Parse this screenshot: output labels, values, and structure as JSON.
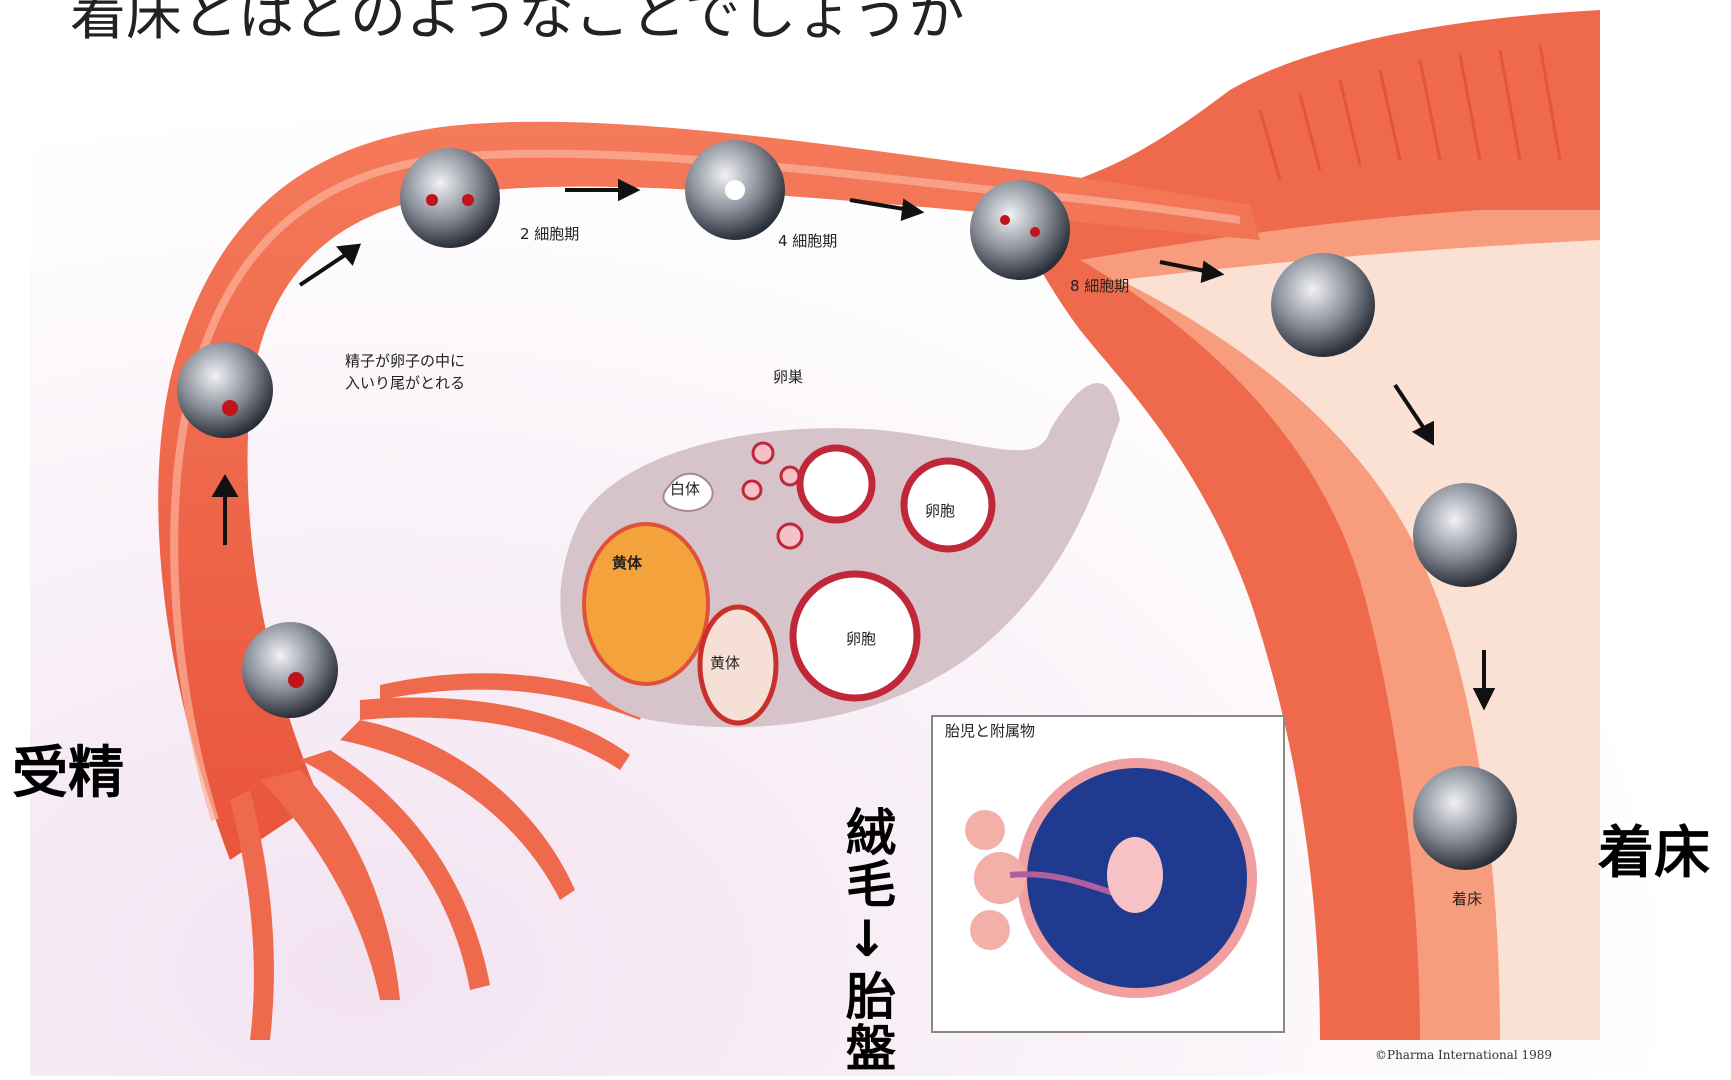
{
  "title": "着床とはどのようなことでしょうか",
  "labels": {
    "fertilization": "受精",
    "implantation": "着床",
    "villi_to_placenta": "絨毛↓胎盤",
    "two_cell": "2 細胞期",
    "four_cell": "4 細胞期",
    "eight_cell": "8 細胞期",
    "sperm_enters": "精子が卵子の中に",
    "tail_detaches": "入いり尾がとれる",
    "ovum": "卵巣",
    "white_body": "白体",
    "corpus_luteum": "黄体",
    "follicle": "卵胞",
    "yellow_body_small": "黄体",
    "follicle_small": "卵胞",
    "inset_title": "胎児と附属物",
    "implantation_small": "着床",
    "credit": "©Pharma International 1989"
  },
  "colors": {
    "tube_fill": "#f06a4a",
    "tube_light": "#f9a48a",
    "tissue": "#e8503a",
    "ovary": "#d8c6cc",
    "blue": "#1f3a8f",
    "corpus": "#f2a43a"
  }
}
